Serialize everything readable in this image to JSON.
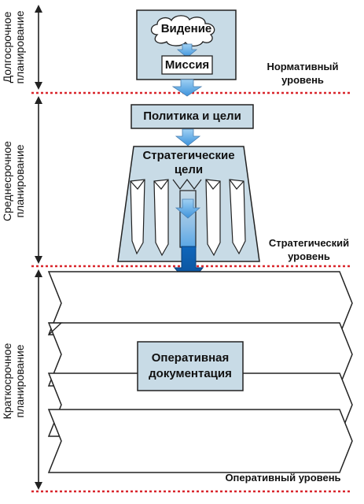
{
  "axis": {
    "long_term": [
      "Долгосрочное",
      "планирование"
    ],
    "mid_term": [
      "Среднесрочное",
      "планирование"
    ],
    "short_term": [
      "Краткосрочное",
      "планирование"
    ]
  },
  "levels": {
    "normative": [
      "Нормативный",
      "уровень"
    ],
    "strategic": [
      "Стратегический",
      "уровень"
    ],
    "operational": "Оперативный уровень"
  },
  "boxes": {
    "vision": "Видение",
    "mission": "Миссия",
    "policy": "Политика и цели",
    "strategic_goals": [
      "Стратегические",
      "цели"
    ],
    "operational_docs": [
      "Оперативная",
      "документация"
    ]
  },
  "colors": {
    "box_fill": "#c8dbe6",
    "outline": "#222222",
    "arrow_light": "#4a9fe0",
    "arrow_dark": "#0b5aa8",
    "divider": "#d9262c"
  }
}
